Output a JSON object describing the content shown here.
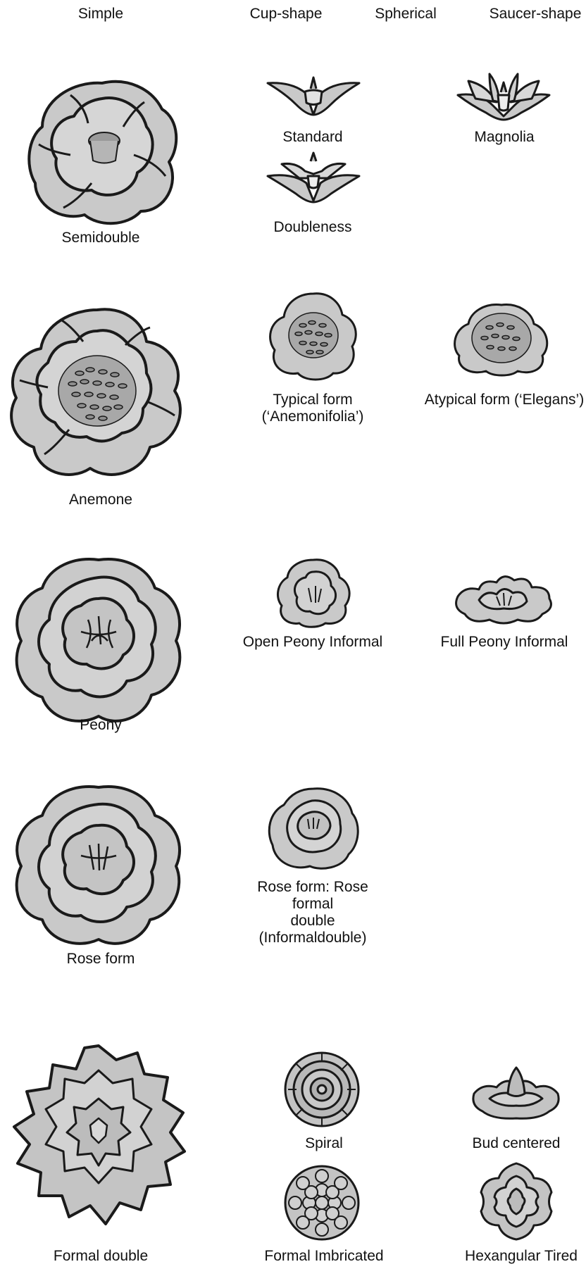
{
  "column_headers": [
    "Simple",
    "Cup-shape",
    "Spherical",
    "Saucer-shape"
  ],
  "rows": [
    {
      "main_label": "Semidouble",
      "variants": [
        "Standard",
        "Doubleness",
        "Magnolia"
      ]
    },
    {
      "main_label": "Anemone",
      "variants": [
        "Typical form\n(‘Anemonifolia’)",
        "Atypical form (‘Elegans’)"
      ]
    },
    {
      "main_label": "Peony",
      "variants": [
        "Open Peony Informal",
        "Full Peony Informal"
      ]
    },
    {
      "main_label": "Rose form",
      "variants": [
        "Rose form: Rose formal\ndouble (Informaldouble)"
      ]
    },
    {
      "main_label": "Formal double",
      "variants": [
        "Spiral",
        "Bud centered",
        "Formal Imbricated",
        "Hexangular Tired"
      ]
    }
  ],
  "style": {
    "ink": "#1a1a1a",
    "petal_fill": "#c9c9c9",
    "petal_fill_light": "#dcdcdc"
  }
}
